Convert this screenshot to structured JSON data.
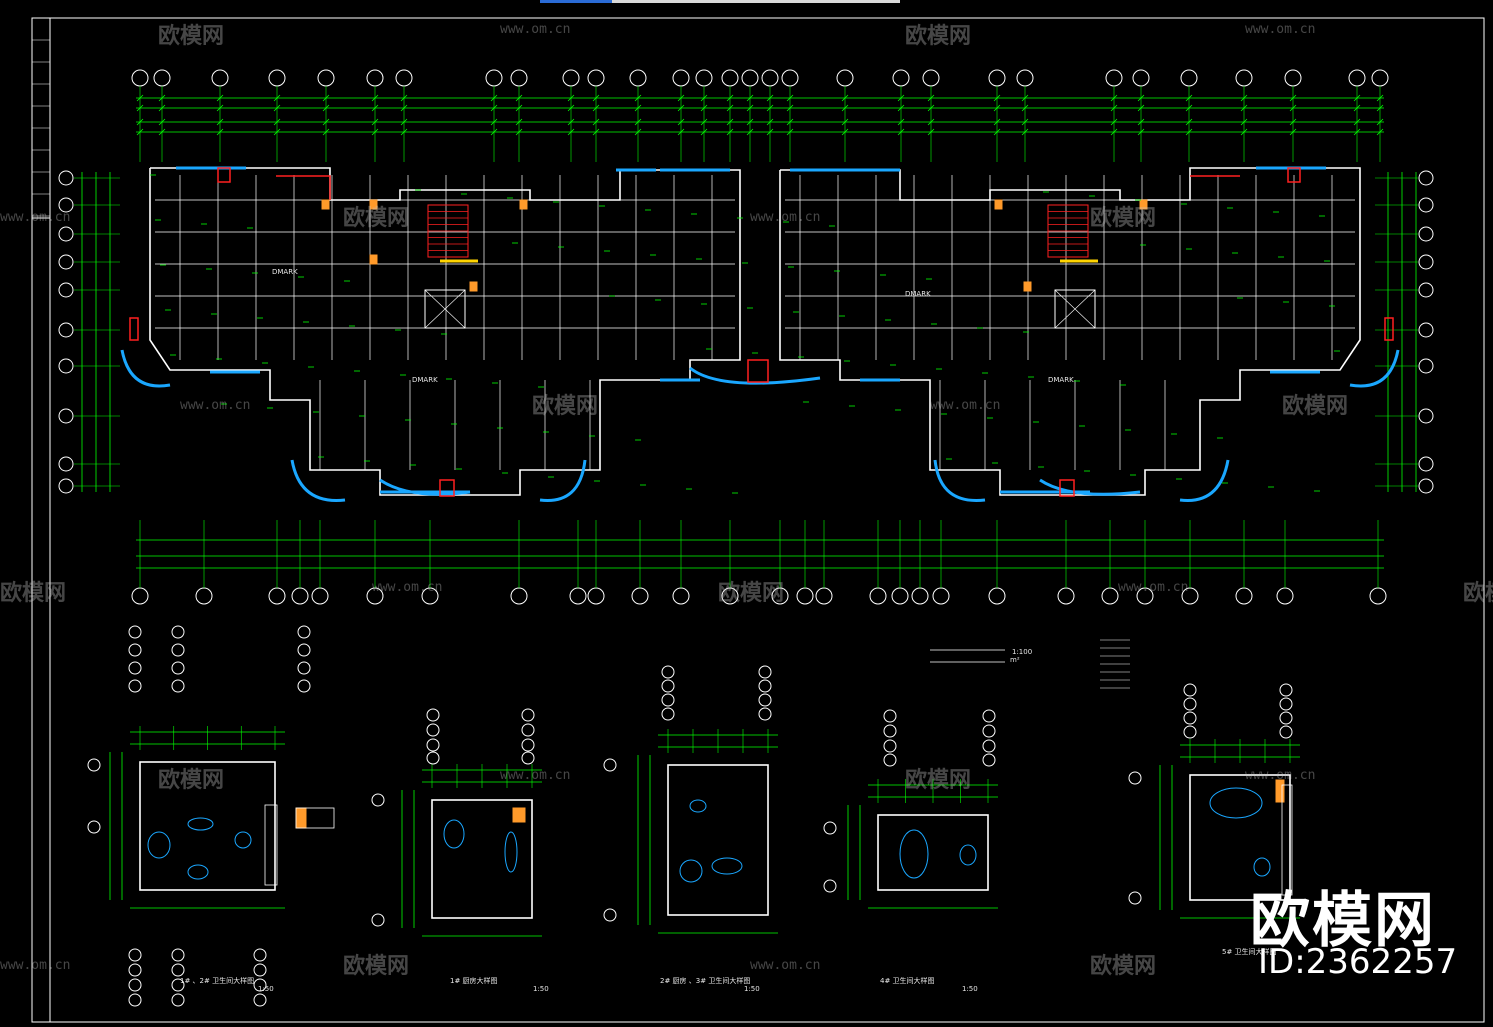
{
  "watermark": {
    "brand_text": "欧模网",
    "url_text": "www.om.cn"
  },
  "brand_mark": {
    "name": "欧模网",
    "id": "ID:2362257"
  },
  "drawing": {
    "scale_main": "1:100",
    "scale_detail": "1:50",
    "area_unit": "m²",
    "room_labels": [
      "DMARK",
      "DMARK",
      "DMARK",
      "DMARK"
    ],
    "detail_titles": [
      "1# 、2# 卫生间大样图",
      "1# 厨房大样图",
      "2# 厨房 、3# 卫生间大样图",
      "4# 卫生间大样图",
      "5# 卫生间大样图"
    ]
  },
  "colors": {
    "background": "#000000",
    "dimension": "#00ff00",
    "wall": "#ffffff",
    "window": "#1aa7ff",
    "accent_red": "#ff2020",
    "accent_yellow": "#ffd400",
    "accent_orange": "#ff9a2a",
    "accent_magenta": "#ff40ff"
  }
}
